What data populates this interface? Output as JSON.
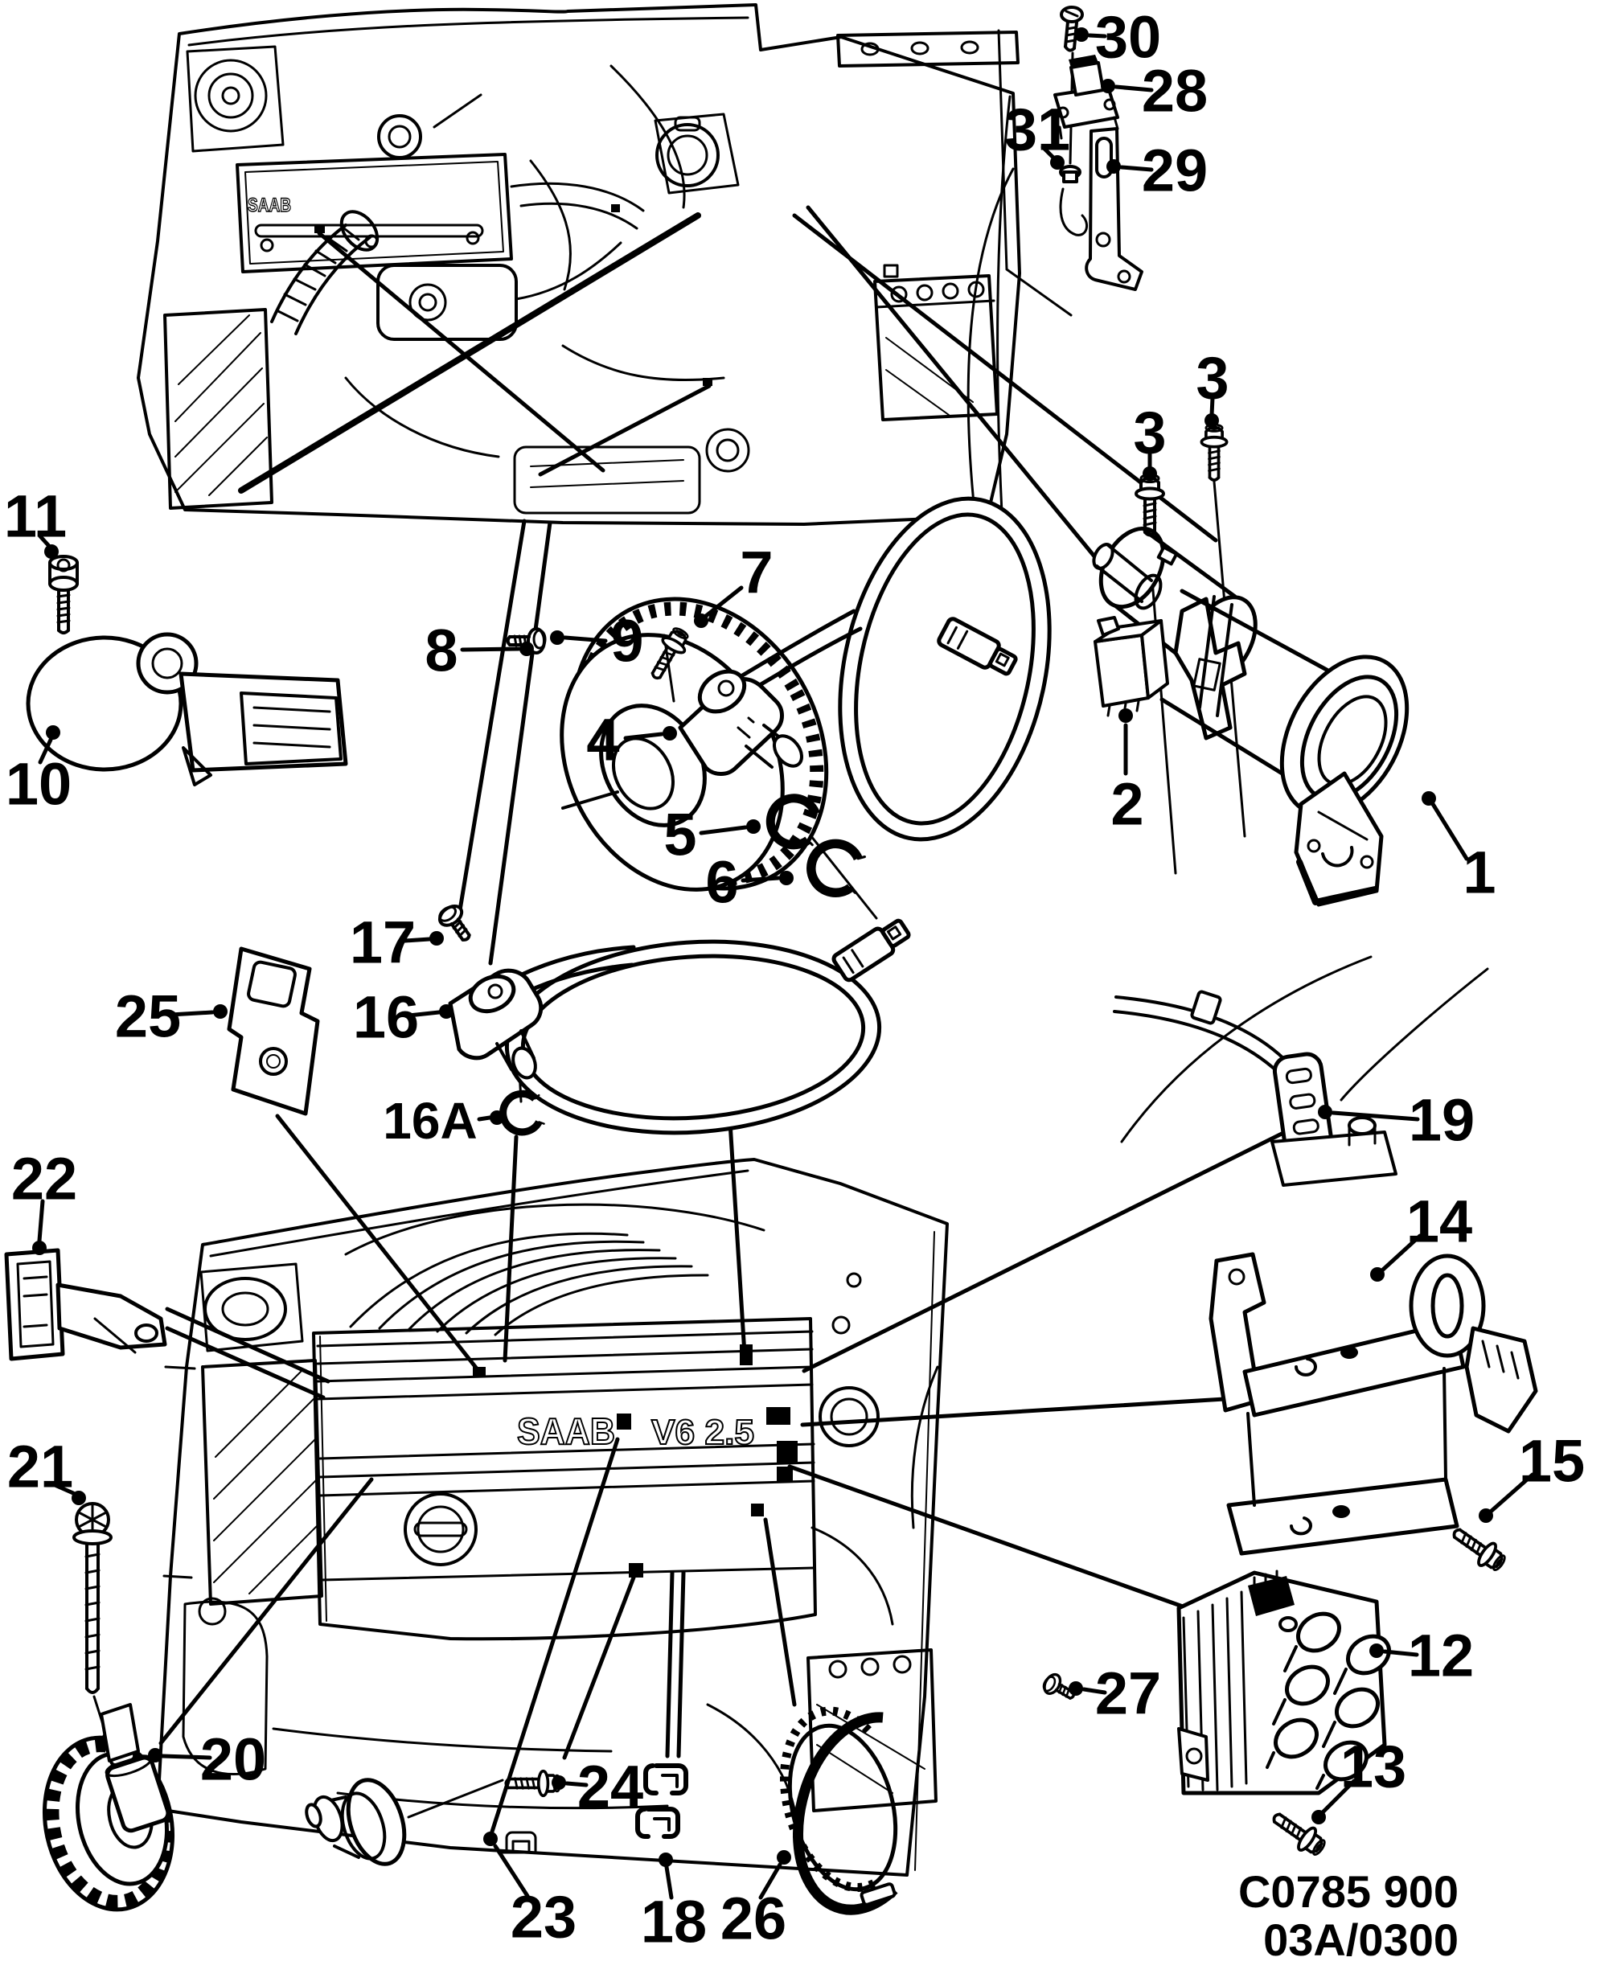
{
  "drawing": {
    "figure_code": "C0785 900",
    "figure_code_2": "03A/0300",
    "engine_top_badge": "SAAB",
    "engine_bottom_badge": "SAAB",
    "engine_bottom_badge_2": "V6 2.5",
    "line_color": "#000000",
    "background_color": "#ffffff"
  },
  "callouts": [
    {
      "label": "1"
    },
    {
      "label": "2"
    },
    {
      "label": "3"
    },
    {
      "label": "3"
    },
    {
      "label": "4"
    },
    {
      "label": "5"
    },
    {
      "label": "6"
    },
    {
      "label": "7"
    },
    {
      "label": "8"
    },
    {
      "label": "9"
    },
    {
      "label": "10"
    },
    {
      "label": "11"
    },
    {
      "label": "12"
    },
    {
      "label": "13"
    },
    {
      "label": "14"
    },
    {
      "label": "15"
    },
    {
      "label": "16"
    },
    {
      "label": "16A"
    },
    {
      "label": "17"
    },
    {
      "label": "18"
    },
    {
      "label": "19"
    },
    {
      "label": "20"
    },
    {
      "label": "21"
    },
    {
      "label": "22"
    },
    {
      "label": "23"
    },
    {
      "label": "24"
    },
    {
      "label": "25"
    },
    {
      "label": "26"
    },
    {
      "label": "27"
    },
    {
      "label": "28"
    },
    {
      "label": "29"
    },
    {
      "label": "30"
    },
    {
      "label": "31"
    }
  ]
}
